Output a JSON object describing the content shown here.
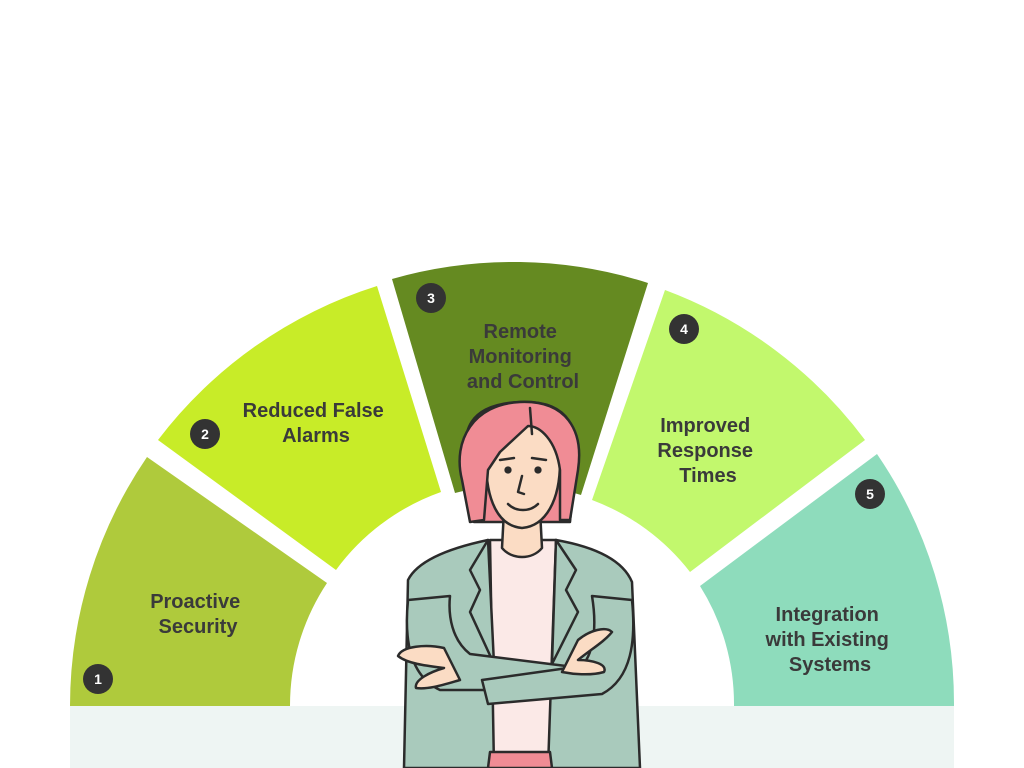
{
  "segments": [
    {
      "number": "1",
      "lines": [
        "Proactive",
        "Security"
      ],
      "color": "#afca3c"
    },
    {
      "number": "2",
      "lines": [
        "Reduced False",
        "Alarms"
      ],
      "color": "#c8ec28"
    },
    {
      "number": "3",
      "lines": [
        "Remote",
        "Monitoring",
        "and Control"
      ],
      "color": "#658a21"
    },
    {
      "number": "4",
      "lines": [
        "Improved",
        "Response",
        "Times"
      ],
      "color": "#c2f86d"
    },
    {
      "number": "5",
      "lines": [
        "Integration",
        "with Existing",
        "Systems"
      ],
      "color": "#8edcbc"
    }
  ],
  "colors": {
    "badge": "#333333",
    "badge_text": "#ffffff",
    "label_text": "#3a3a3a",
    "reflection": "#eef5f3"
  },
  "figure": {
    "icon": "woman-arms-crossed-illustration",
    "hair": "#f08c95",
    "skin": "#fbdcc4",
    "jacket": "#a9cabc",
    "shirt": "#fbe9e7",
    "outline": "#2b2b2b"
  }
}
